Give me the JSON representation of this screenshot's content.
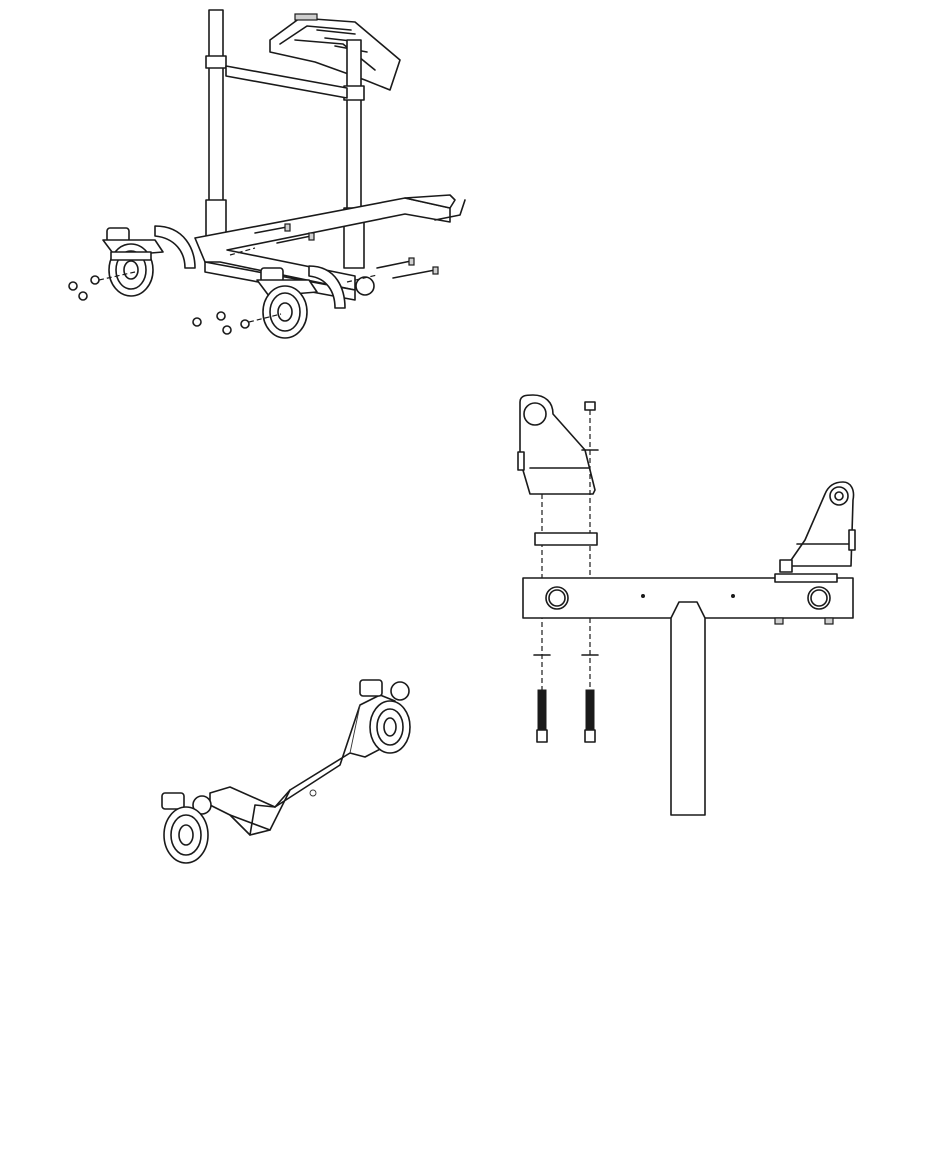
{
  "figures": [
    {
      "id": "exploded-frame-casters"
    },
    {
      "id": "front-view-caster-bracket"
    },
    {
      "id": "caster-base-assembly"
    }
  ],
  "colors": {
    "line": "#1a1a1a",
    "background": "#ffffff",
    "part-shade": "#cfcfcf"
  }
}
